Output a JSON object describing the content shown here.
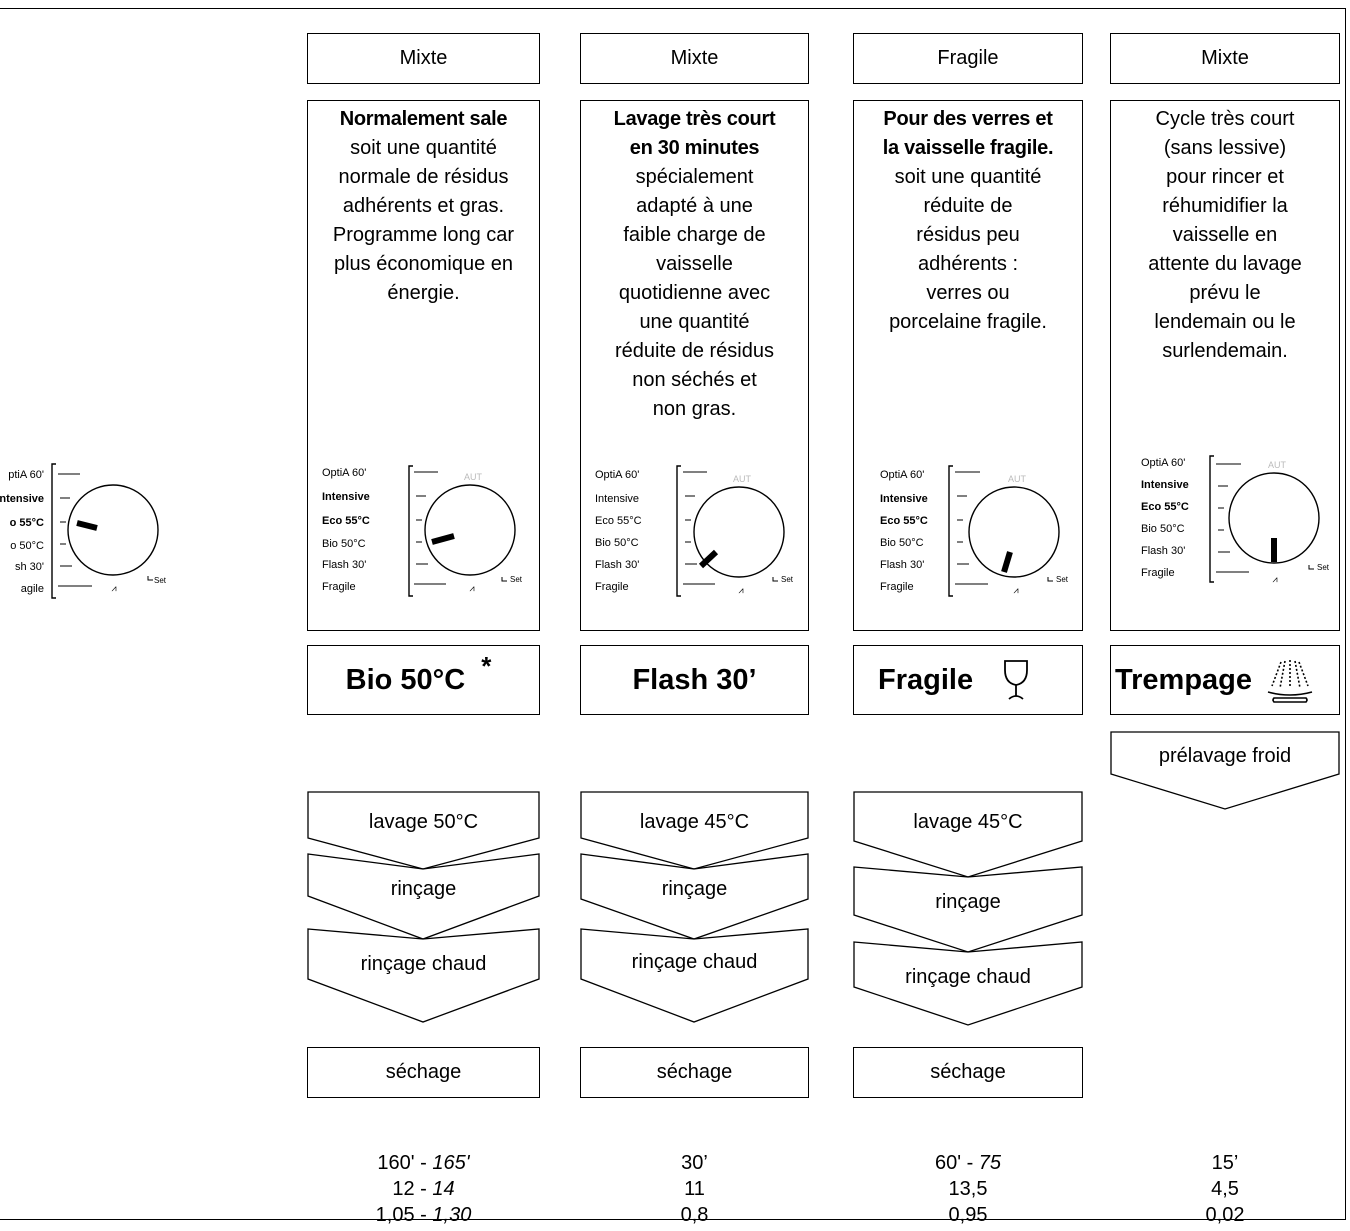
{
  "dial_labels": [
    "OptiA 60'",
    "Intensive",
    "Eco 55°C",
    "Bio 50°C",
    "Flash 30'",
    "Fragile"
  ],
  "dial_top_label": "AUT",
  "dial_set_label": "Set",
  "left_dial_labels": [
    "ptiA 60'",
    "ntensive",
    "o 55°C",
    "o 50°C",
    "sh 30'",
    "agile"
  ],
  "columns": [
    {
      "type": "Mixte",
      "desc_bold": [
        "Normalement sale"
      ],
      "desc_lines": [
        "soit une quantité",
        "normale de résidus",
        "adhérents et gras.",
        "Programme long car",
        "plus économique en",
        "énergie."
      ],
      "program": "Bio 50°C",
      "program_mark": "*",
      "pre_step": "",
      "steps": [
        "lavage 50°C",
        "rinçage",
        "rinçage chaud"
      ],
      "drying": "séchage",
      "time": "160'",
      "time_alt": "165'",
      "water": "12",
      "water_alt": "14",
      "energy": "1,05",
      "energy_alt": "1,30"
    },
    {
      "type": "Mixte",
      "desc_bold": [
        "Lavage très court",
        "en 30 minutes"
      ],
      "desc_lines": [
        "spécialement",
        "adapté à une",
        "faible charge de",
        "vaisselle",
        "quotidienne avec",
        "une quantité",
        "réduite de résidus",
        "non séchés et",
        "non gras."
      ],
      "program": "Flash 30’",
      "program_mark": "",
      "pre_step": "",
      "steps": [
        "lavage 45°C",
        "rinçage",
        "rinçage chaud"
      ],
      "drying": "séchage",
      "time": "30’",
      "water": "11",
      "energy": "0,8"
    },
    {
      "type": "Fragile",
      "desc_bold": [
        "Pour des verres et",
        "la vaisselle fragile."
      ],
      "desc_lines": [
        "soit une quantité",
        "réduite de",
        "résidus peu",
        "adhérents :",
        "verres ou",
        "porcelaine fragile."
      ],
      "program": "Fragile",
      "program_icon": "wine-glass-icon",
      "pre_step": "",
      "steps": [
        "lavage 45°C",
        "rinçage",
        "rinçage chaud"
      ],
      "drying": "séchage",
      "time": "60' -",
      "time_alt": "75",
      "water": "13,5",
      "energy": "0,95"
    },
    {
      "type": "Mixte",
      "desc_bold": [],
      "desc_lines": [
        "Cycle très court",
        "(sans lessive)",
        "pour rincer et",
        "réhumidifier la",
        "vaisselle en",
        "attente du lavage",
        "prévu le",
        "lendemain ou le",
        "surlendemain."
      ],
      "program": "Trempage",
      "program_icon": "shower-icon",
      "pre_step": "prélavage froid",
      "steps": [],
      "drying": "",
      "time": "15’",
      "water": "4,5",
      "energy": "0,02"
    }
  ]
}
